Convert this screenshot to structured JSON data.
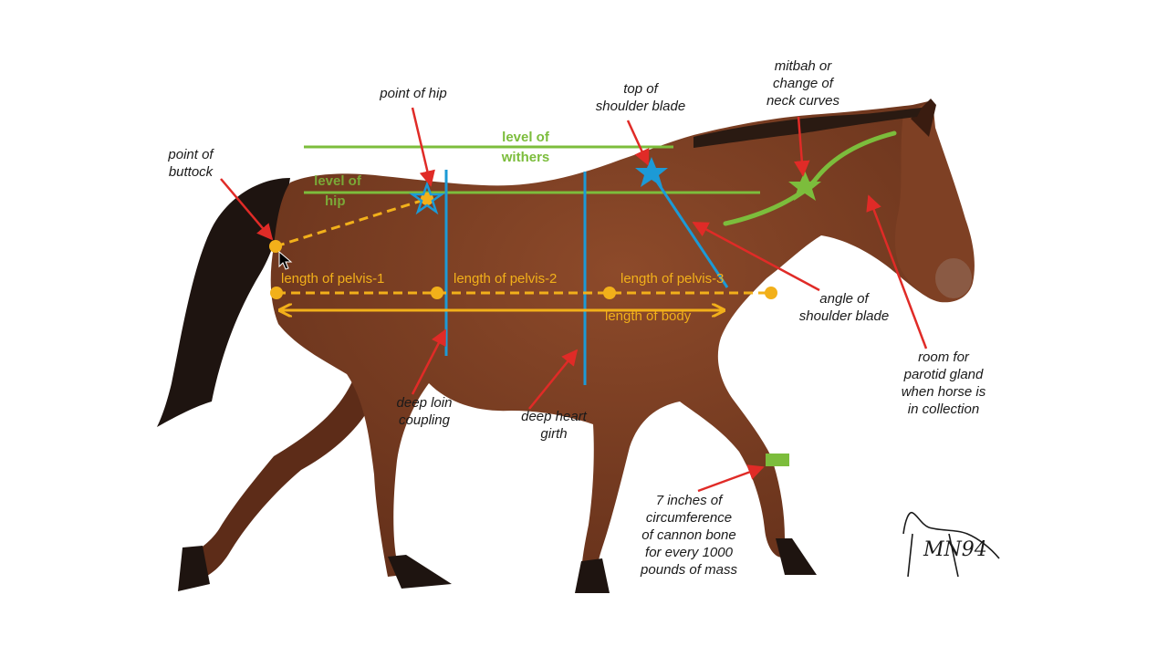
{
  "diagram": {
    "labels": {
      "point_of_hip": [
        "point of hip"
      ],
      "top_of_shoulder_blade": [
        "top of",
        "shoulder blade"
      ],
      "mitbah": [
        "mitbah or",
        "change of",
        "neck curves"
      ],
      "point_of_buttock": [
        "point of",
        "buttock"
      ],
      "level_of_withers": [
        "level of",
        "withers"
      ],
      "level_of_hip": [
        "level of",
        "hip"
      ],
      "length_of_pelvis_1": "length of pelvis-1",
      "length_of_pelvis_2": "length of pelvis-2",
      "length_of_pelvis_3": "length of pelvis-3",
      "length_of_body": "length of body",
      "angle_of_shoulder_blade": [
        "angle of",
        "shoulder blade"
      ],
      "room_for_parotid": [
        "room for",
        "parotid gland",
        "when horse is",
        "in collection"
      ],
      "deep_loin_coupling": [
        "deep loin",
        "coupling"
      ],
      "deep_heart_girth": [
        "deep heart",
        "girth"
      ],
      "cannon_bone": [
        "7 inches of",
        "circumference",
        "of cannon bone",
        "for every 1000",
        "pounds of mass"
      ]
    },
    "signature": "MN94",
    "colors": {
      "horse_coat": "#7a3d22",
      "horse_dark": "#1e1410",
      "level_lines": "#7cbd3c",
      "measure_lines": "#f2b01a",
      "depth_lines": "#1c9ad6",
      "arrows": "#e02b27"
    }
  }
}
